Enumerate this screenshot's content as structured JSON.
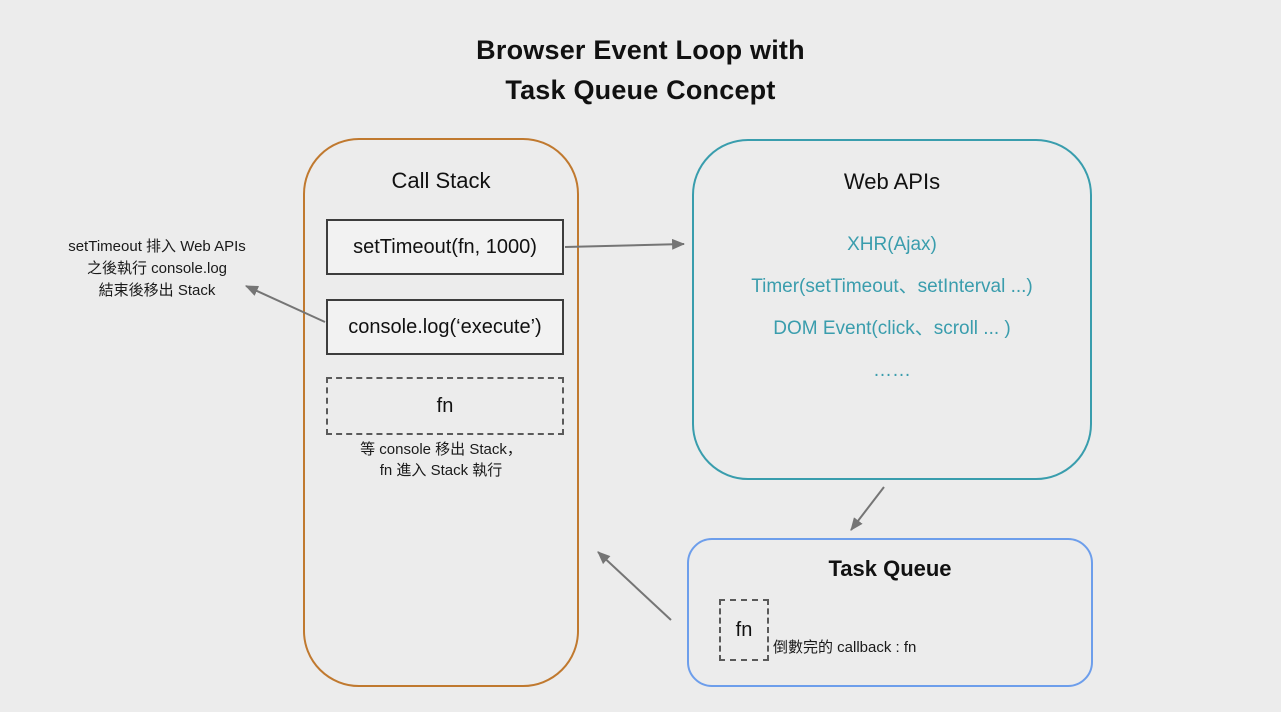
{
  "title": {
    "line1": "Browser Event Loop with",
    "line2": "Task Queue Concept"
  },
  "left_annotation": {
    "line1": "setTimeout 排入 Web APIs",
    "line2": "之後執行 console.log",
    "line3": "結束後移出 Stack"
  },
  "call_stack": {
    "title": "Call Stack",
    "frames": [
      {
        "label": "setTimeout(fn, 1000)",
        "style": "solid"
      },
      {
        "label": "console.log(‘execute’)",
        "style": "solid"
      },
      {
        "label": "fn",
        "style": "dashed"
      }
    ],
    "note": {
      "line1": "等 console 移出 Stack，",
      "line2": "fn 進入 Stack 執行"
    },
    "border_color": "#c0792f"
  },
  "web_apis": {
    "title": "Web APIs",
    "items": [
      "XHR(Ajax)",
      "Timer(setTimeout、setInterval ...)",
      "DOM Event(click、scroll ... )",
      "……"
    ],
    "border_color": "#399dad",
    "item_color": "#3a9dad"
  },
  "task_queue": {
    "title": "Task Queue",
    "fn_label": "fn",
    "note": "倒數完的 callback : fn",
    "border_color": "#6d9eeb"
  },
  "arrows": {
    "color": "#757575"
  },
  "background_color": "#ececec"
}
